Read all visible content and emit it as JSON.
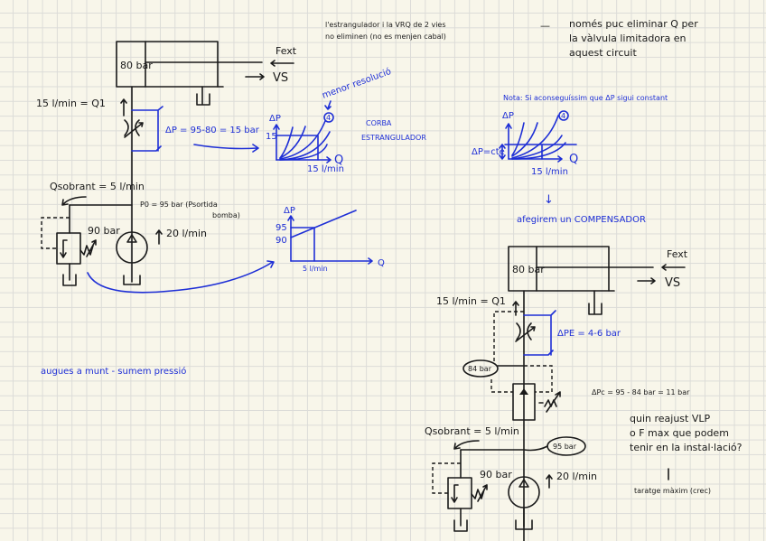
{
  "colors": {
    "ink": "#1a1a1a",
    "blue_ink": "#1e2fd6",
    "paper": "#f8f6ea",
    "grid": "#dcdcd8"
  },
  "top_note": {
    "line1_left": "l'estrangulador i la VRQ de 2 vies",
    "line2_left": "no eliminen (no es menjen cabal)",
    "dash": "—",
    "line1_right": "només puc eliminar Q per",
    "line2_right": "la vàlvula limitadora en",
    "line3_right": "aquest circuit"
  },
  "circuit1": {
    "cylinder_label": "80 bar",
    "fext": "Fext",
    "vs": "VS",
    "q1": "15 l/min = Q1",
    "delta_p": "ΔP = 95-80 = 15 bar",
    "q_sobrant": "Qsobrant = 5 l/min",
    "p0": "P0 = 95 bar (Psortida",
    "p0_cont": "bomba)",
    "relief_setting": "90 bar",
    "pump_flow": "20 l/min"
  },
  "graph_throttle": {
    "ylabel": "ΔP",
    "xlabel": "Q",
    "y_tick": "15",
    "x_tick": "15 l/min",
    "curve_tag": "4",
    "annotation": "menor resolució",
    "title1": "CORBA",
    "title2": "ESTRANGULADOR"
  },
  "graph_relief": {
    "ylabel": "ΔP",
    "xlabel": "Q",
    "y_ticks": [
      "95",
      "90"
    ],
    "x_tick": "5 l/min"
  },
  "bottom_left_note": "augues a munt - sumem pressió",
  "nota": {
    "text": "Nota: Si aconseguíssim que ΔP sigui constant",
    "ylabel": "ΔP",
    "xlabel": "Q",
    "dp_label": "ΔP=cte",
    "x_tick": "15 l/min",
    "curve_tag": "4",
    "arrow": "↓",
    "afegirem": "afegirem un COMPENSADOR"
  },
  "circuit2": {
    "cylinder_label": "80 bar",
    "fext": "Fext",
    "vs": "VS",
    "q1": "15 l/min = Q1",
    "delta_pe": "ΔPE = 4-6 bar",
    "bubble_84": "84 bar",
    "delta_pc": "ΔPc = 95 - 84 bar = 11 bar",
    "q_sobrant": "Qsobrant = 5 l/min",
    "bubble_95": "95 bar",
    "relief_setting": "90 bar",
    "pump_flow": "20 l/min",
    "question1": "quin reajust VLP",
    "question2": "o F max que podem",
    "question3": "tenir en la instal·lació?",
    "answer": "taratge màxim (crec)"
  }
}
